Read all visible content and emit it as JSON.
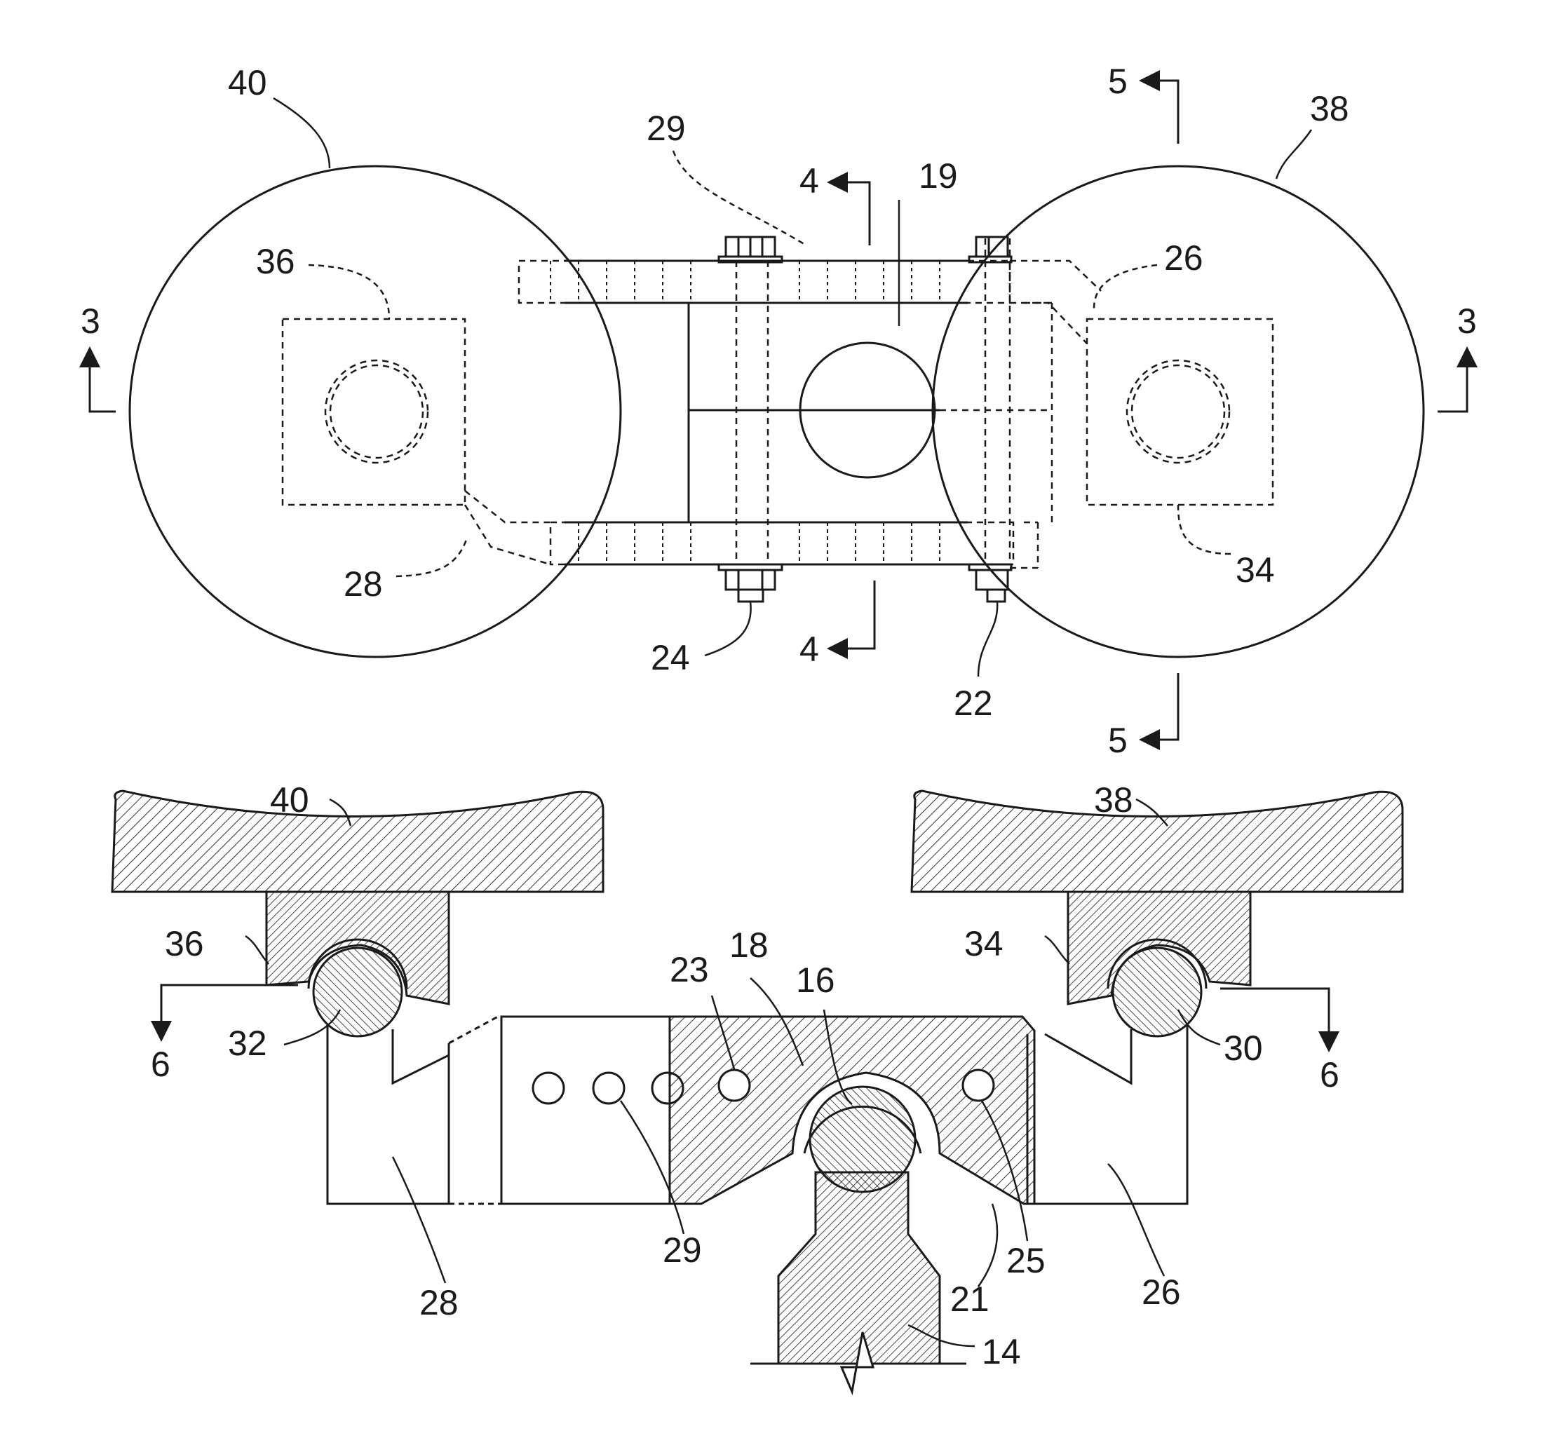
{
  "figure_top": {
    "labels": {
      "wheel_left": "40",
      "wheel_right": "38",
      "bracket_left": "36",
      "bracket_right": "26",
      "arm_left": "28",
      "arm_right": "34",
      "bar_top": "29",
      "center": "19",
      "bolt_left": "24",
      "bolt_right": "22"
    },
    "section_marks": {
      "sec3_left": "3",
      "sec3_right": "3",
      "sec4_top": "4",
      "sec4_bottom": "4",
      "sec5_top": "5",
      "sec5_bottom": "5"
    }
  },
  "figure_bottom": {
    "labels": {
      "wheel_left": "40",
      "wheel_right": "38",
      "bracket_left": "36",
      "bracket_right": "34",
      "axle_left": "32",
      "axle_right": "30",
      "arm_left": "28",
      "arm_right": "26",
      "block": "18",
      "ball": "16",
      "hole_left": "23",
      "hole_right": "25",
      "holes": "29",
      "socket": "21",
      "post": "14"
    },
    "section_marks": {
      "sec6_left": "6",
      "sec6_right": "6"
    }
  }
}
